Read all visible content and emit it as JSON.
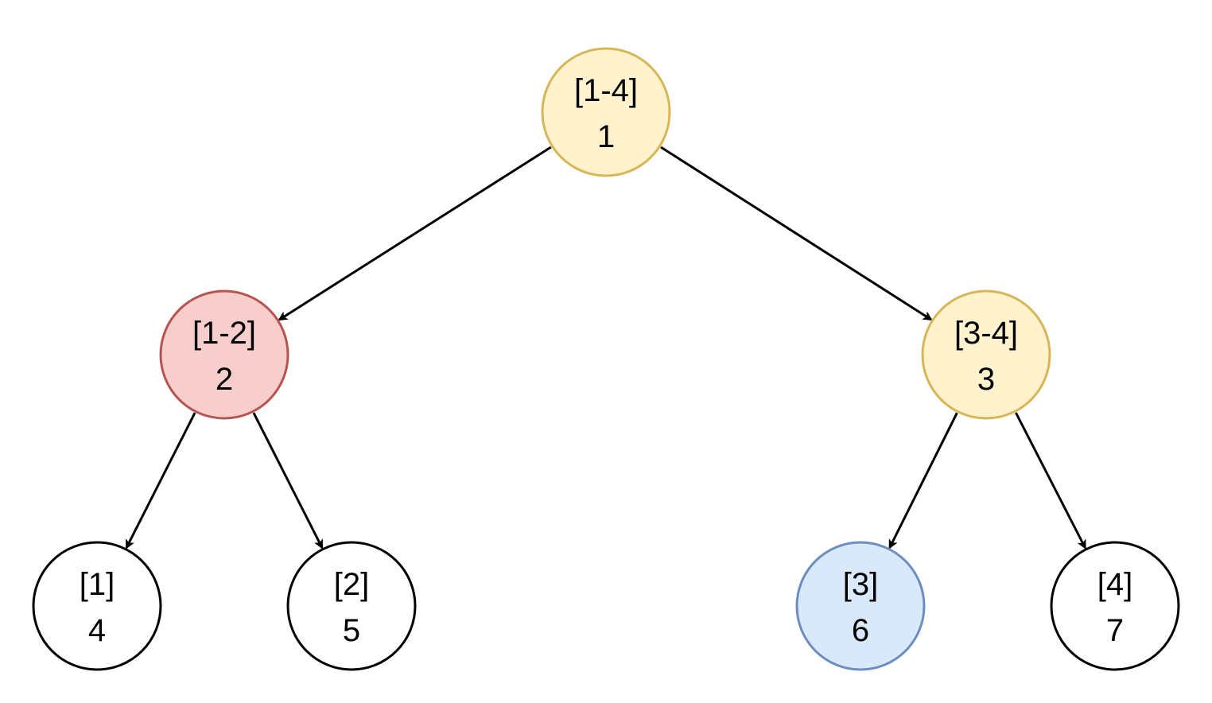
{
  "diagram": {
    "nodes": [
      {
        "id": "n1",
        "range": "[1-4]",
        "index": "1",
        "fill": "#fff2cc",
        "stroke": "#d6b656"
      },
      {
        "id": "n2",
        "range": "[1-2]",
        "index": "2",
        "fill": "#f8cecc",
        "stroke": "#b85450"
      },
      {
        "id": "n3",
        "range": "[3-4]",
        "index": "3",
        "fill": "#fff2cc",
        "stroke": "#d6b656"
      },
      {
        "id": "n4",
        "range": "[1]",
        "index": "4",
        "fill": "#ffffff",
        "stroke": "#000000"
      },
      {
        "id": "n5",
        "range": "[2]",
        "index": "5",
        "fill": "#ffffff",
        "stroke": "#000000"
      },
      {
        "id": "n6",
        "range": "[3]",
        "index": "6",
        "fill": "#dae8fc",
        "stroke": "#6c8ebf"
      },
      {
        "id": "n7",
        "range": "[4]",
        "index": "7",
        "fill": "#ffffff",
        "stroke": "#000000"
      }
    ],
    "edges": [
      {
        "from": "n1",
        "to": "n2"
      },
      {
        "from": "n1",
        "to": "n3"
      },
      {
        "from": "n2",
        "to": "n4"
      },
      {
        "from": "n2",
        "to": "n5"
      },
      {
        "from": "n3",
        "to": "n6"
      },
      {
        "from": "n3",
        "to": "n7"
      }
    ]
  }
}
